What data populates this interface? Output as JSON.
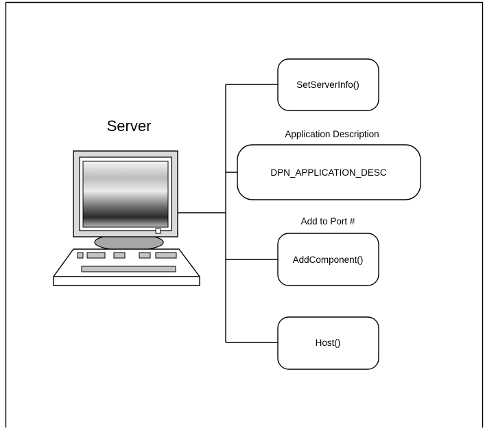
{
  "diagram": {
    "server_label": "Server",
    "nodes": [
      {
        "id": "set-server-info",
        "label": "SetServerInfo()",
        "caption": ""
      },
      {
        "id": "app-desc",
        "label": "DPN_APPLICATION_DESC",
        "caption": "Application Description"
      },
      {
        "id": "add-component",
        "label": "AddComponent()",
        "caption": "Add to Port #"
      },
      {
        "id": "host",
        "label": "Host()",
        "caption": ""
      }
    ]
  }
}
